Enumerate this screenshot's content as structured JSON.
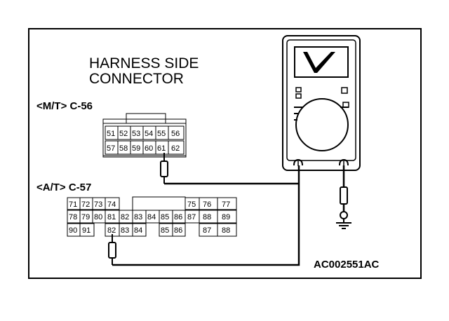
{
  "diagram": {
    "heading_line1": "HARNESS SIDE",
    "heading_line2": "CONNECTOR",
    "mt_label": "<M/T> C-56",
    "at_label": "<A/T> C-57",
    "code": "AC002551AC",
    "meter_icon": "voltmeter-icon",
    "ground_icon": "ground-symbol-icon",
    "probe_icon": "test-probe-icon"
  },
  "c56": {
    "row1": [
      "51",
      "52",
      "53",
      "54",
      "55",
      "56"
    ],
    "row2": [
      "57",
      "58",
      "59",
      "60",
      "61",
      "62"
    ]
  },
  "c57": {
    "row1": [
      "71",
      "72",
      "73",
      "74",
      "75",
      "76",
      "77"
    ],
    "row2": [
      "78",
      "79",
      "80",
      "81",
      "82",
      "83",
      "84",
      "85",
      "86",
      "87",
      "88",
      "89"
    ],
    "row3": [
      "90",
      "91",
      "82",
      "83",
      "84",
      "85",
      "86",
      "87",
      "88"
    ]
  }
}
